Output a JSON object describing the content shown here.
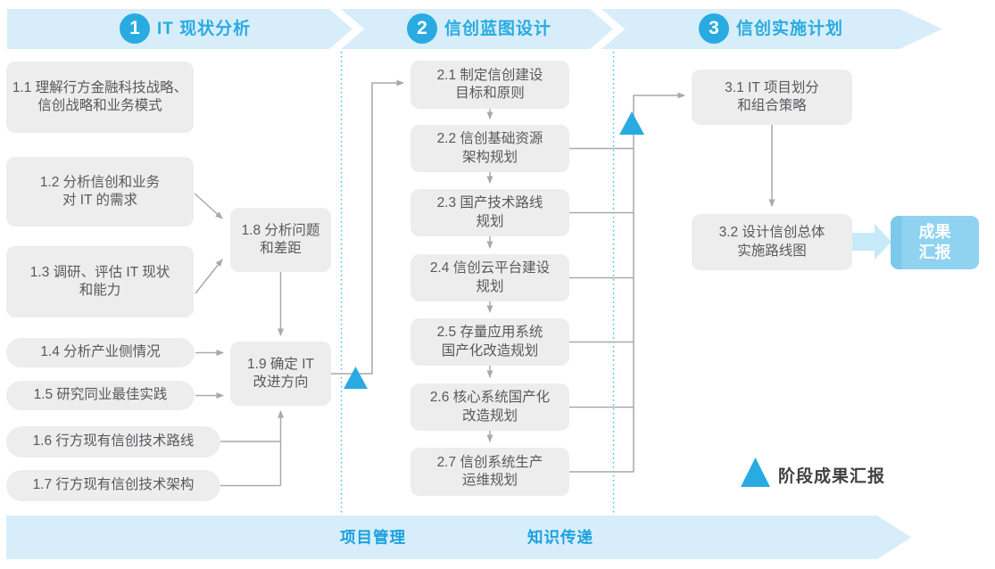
{
  "colors": {
    "accent_blue": "#29abe2",
    "banner_bg": "#d7eefa",
    "step_box_bg": "#ededee",
    "step_text": "#58595b",
    "connector_gray": "#a7a9ac",
    "divider_dotted_blue": "#45bdee",
    "result_box_bg": "#8fd3f0",
    "result_arrow": "#c7e9f8",
    "footer_text": "#1ba1de",
    "legend_text": "#414042"
  },
  "header": {
    "phases": [
      {
        "number": "1",
        "title": "IT 现状分析"
      },
      {
        "number": "2",
        "title": "信创蓝图设计"
      },
      {
        "number": "3",
        "title": "信创实施计划"
      }
    ]
  },
  "phase1": {
    "steps": [
      {
        "id": "1.1",
        "label": "1.1 理解行方金融科技战略、\n信创战略和业务模式"
      },
      {
        "id": "1.2",
        "label": "1.2 分析信创和业务\n对 IT 的需求"
      },
      {
        "id": "1.3",
        "label": "1.3 调研、评估 IT 现状\n和能力"
      },
      {
        "id": "1.4",
        "label": "1.4 分析产业侧情况"
      },
      {
        "id": "1.5",
        "label": "1.5 研究同业最佳实践"
      },
      {
        "id": "1.6",
        "label": "1.6 行方现有信创技术路线"
      },
      {
        "id": "1.7",
        "label": "1.7 行方现有信创技术架构"
      }
    ],
    "merge": [
      {
        "id": "1.8",
        "label": "1.8 分析问题\n和差距"
      },
      {
        "id": "1.9",
        "label": "1.9 确定 IT\n改进方向"
      }
    ]
  },
  "phase2": {
    "steps": [
      {
        "id": "2.1",
        "label": "2.1 制定信创建设\n目标和原则"
      },
      {
        "id": "2.2",
        "label": "2.2 信创基础资源\n架构规划"
      },
      {
        "id": "2.3",
        "label": "2.3 国产技术路线\n规划"
      },
      {
        "id": "2.4",
        "label": "2.4 信创云平台建设\n规划"
      },
      {
        "id": "2.5",
        "label": "2.5 存量应用系统\n国产化改造规划"
      },
      {
        "id": "2.6",
        "label": "2.6 核心系统国产化\n改造规划"
      },
      {
        "id": "2.7",
        "label": "2.7 信创系统生产\n运维规划"
      }
    ]
  },
  "phase3": {
    "steps": [
      {
        "id": "3.1",
        "label": "3.1 IT 项目划分\n和组合策略"
      },
      {
        "id": "3.2",
        "label": "3.2 设计信创总体\n实施路线图"
      }
    ],
    "result_label": "成果\n汇报"
  },
  "footer": {
    "labels": [
      "项目管理",
      "知识传递"
    ]
  },
  "legend": {
    "icon": "triangle-up",
    "label": "阶段成果汇报"
  }
}
